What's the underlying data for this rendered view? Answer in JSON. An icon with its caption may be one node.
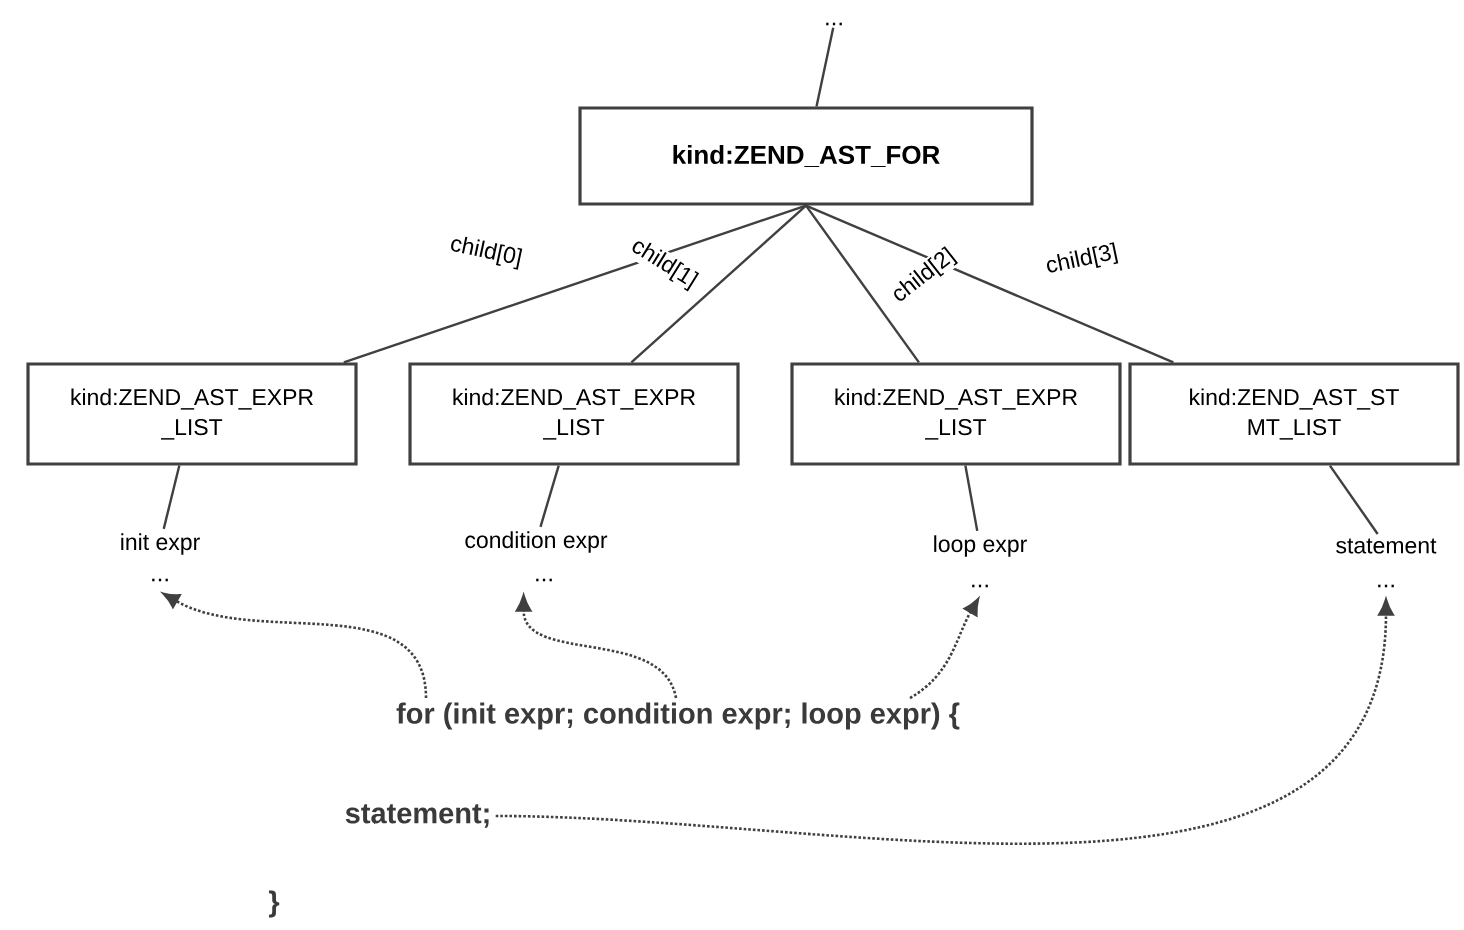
{
  "diagram": {
    "nodes": [
      {
        "text": [
          "..."
        ]
      },
      {
        "text": [
          "kind:ZEND_AST_FOR"
        ]
      },
      {
        "text": [
          "kind:ZEND_AST_EXPR _LIST"
        ]
      },
      {
        "text": [
          "kind:ZEND_AST_EXPR _LIST"
        ]
      },
      {
        "text": [
          "kind:ZEND_AST_EXPR _LIST"
        ]
      },
      {
        "text": [
          "kind:ZEND_AST_ST MT_LIST"
        ]
      },
      {
        "text": [
          "init expr"
        ]
      },
      {
        "text": [
          "..."
        ]
      },
      {
        "text": [
          "condition expr"
        ]
      },
      {
        "text": [
          "..."
        ]
      },
      {
        "text": [
          "loop expr"
        ]
      },
      {
        "text": [
          "..."
        ]
      },
      {
        "text": [
          "statement"
        ]
      },
      {
        "text": [
          "..."
        ]
      },
      {
        "text": [
          "for (init expr; condition expr; loop expr) {"
        ]
      },
      {
        "text": [
          "statement;"
        ]
      }
    ],
    "edges": [
      {
        "from": 0,
        "to": 1,
        "arrow": "none"
      },
      {
        "from": 1,
        "to": 2,
        "arrow": "none",
        "label": "child[0]"
      },
      {
        "from": 1,
        "to": 3,
        "arrow": "none",
        "label": "child[1]"
      },
      {
        "from": 1,
        "to": 4,
        "arrow": "none",
        "label": "child[2]"
      },
      {
        "from": 1,
        "to": 5,
        "arrow": "none",
        "label": "child[3]"
      },
      {
        "from": 2,
        "to": 6,
        "arrow": "none"
      },
      {
        "from": 3,
        "to": 8,
        "arrow": "none"
      },
      {
        "from": 4,
        "to": 10,
        "arrow": "none"
      },
      {
        "from": 5,
        "to": 12,
        "arrow": "none"
      },
      {
        "from": 14,
        "to": 7,
        "arrow": "to",
        "style": "dashed"
      },
      {
        "from": 14,
        "to": 9,
        "arrow": "to",
        "style": "dashed"
      },
      {
        "from": 14,
        "to": 11,
        "arrow": "to",
        "style": "dashed"
      },
      {
        "from": 15,
        "to": 13,
        "arrow": "to",
        "style": "dashed"
      }
    ],
    "labels": [
      "}"
    ]
  }
}
